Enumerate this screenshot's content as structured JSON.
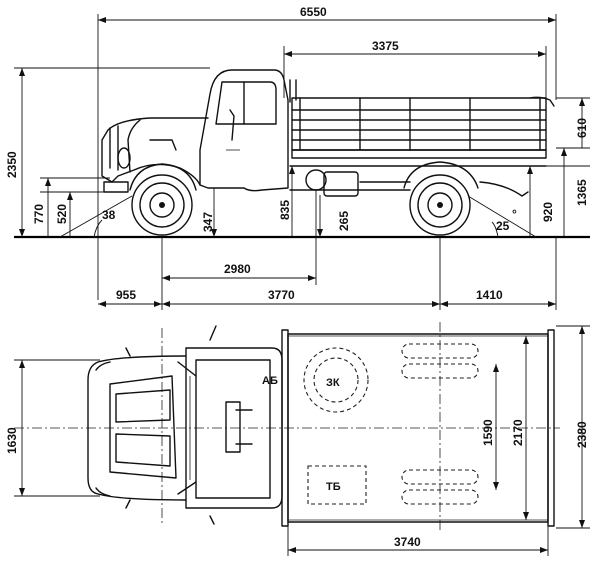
{
  "dimensions": {
    "overall_length": "6550",
    "body_length_side": "3375",
    "side_height_610": "610",
    "overall_height": "2350",
    "platform_height": "1365",
    "front_770": "770",
    "front_520": "520",
    "approach_angle": "38",
    "ground_clearance_347": "347",
    "frame_height_835": "835",
    "clearance_265": "265",
    "rear_920": "920",
    "departure_angle": "25",
    "dim_2980": "2980",
    "front_overhang": "955",
    "wheelbase": "3770",
    "rear_overhang": "1410",
    "track_1630": "1630",
    "track_1590": "1590",
    "body_width_inner": "2170",
    "overall_width": "2380",
    "body_length_top": "3740"
  },
  "labels": {
    "battery": "АБ",
    "spare_wheel": "ЗК",
    "fuel_tank": "ТБ",
    "degree": "°"
  }
}
